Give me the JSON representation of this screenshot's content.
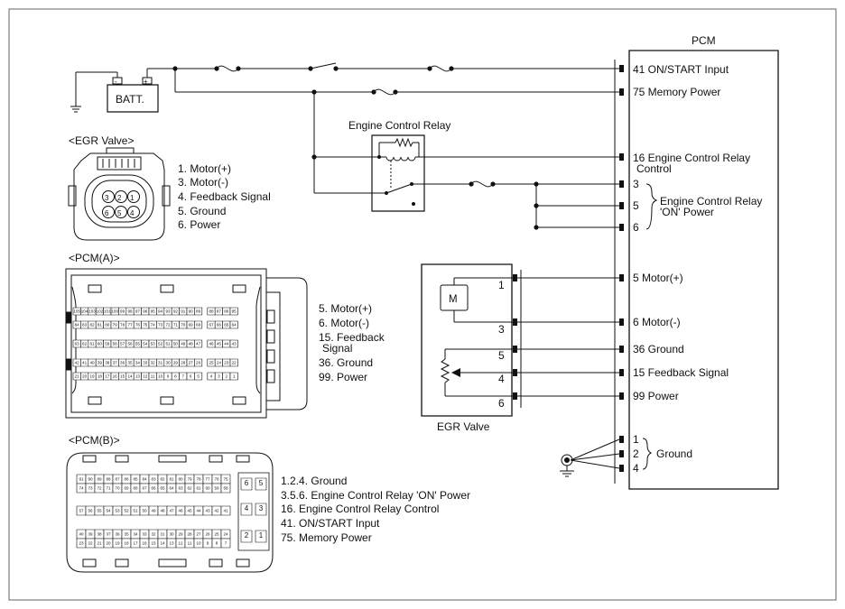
{
  "pcm": {
    "title": "PCM",
    "pins": [
      {
        "label": "41 ON/START Input"
      },
      {
        "label": "75 Memory Power"
      },
      {
        "label": "16 Engine Control Relay"
      },
      {
        "label": "Control"
      },
      {
        "label": "3"
      },
      {
        "label": "5"
      },
      {
        "label": "6"
      },
      {
        "label": "5 Motor(+)"
      },
      {
        "label": "6 Motor(-)"
      },
      {
        "label": "36 Ground"
      },
      {
        "label": "15 Feedback Signal"
      },
      {
        "label": "99 Power"
      },
      {
        "label": "1"
      },
      {
        "label": "2"
      },
      {
        "label": "4"
      }
    ],
    "relay_power_label_1": "Engine Control Relay",
    "relay_power_label_2": "'ON' Power",
    "ground_label": "Ground"
  },
  "battery": {
    "label": "BATT.",
    "neg": "-",
    "pos": "+"
  },
  "relay": {
    "title": "Engine Control Relay"
  },
  "egr_box": {
    "title": "EGR Valve",
    "motor_symbol": "M",
    "pins": [
      "1",
      "3",
      "5",
      "4",
      "6"
    ]
  },
  "egr_connector": {
    "title": "<EGR Valve>",
    "pins_top": [
      "3",
      "2",
      "1"
    ],
    "pins_bottom": [
      "6",
      "5",
      "4"
    ],
    "legend": [
      "1. Motor(+)",
      "3. Motor(-)",
      "4. Feedback Signal",
      "5. Ground",
      "6. Power"
    ]
  },
  "pcm_a": {
    "title": "<PCM(A)>",
    "rows": [
      [
        "105",
        "104",
        "103",
        "102",
        "101",
        "100",
        "99",
        "98",
        "97",
        "96",
        "95",
        "94",
        "93",
        "92",
        "91",
        "90",
        "89",
        "88",
        "87",
        "86",
        "85"
      ],
      [
        "84",
        "83",
        "82",
        "81",
        "80",
        "79",
        "78",
        "77",
        "76",
        "75",
        "74",
        "73",
        "72",
        "71",
        "70",
        "69",
        "68",
        "67",
        "66",
        "65",
        "64"
      ],
      [
        "63",
        "62",
        "61",
        "60",
        "59",
        "58",
        "57",
        "56",
        "55",
        "54",
        "53",
        "52",
        "51",
        "50",
        "49",
        "48",
        "47",
        "46",
        "45",
        "44",
        "43"
      ],
      [
        "42",
        "41",
        "40",
        "39",
        "38",
        "37",
        "36",
        "35",
        "34",
        "33",
        "32",
        "31",
        "30",
        "29",
        "28",
        "27",
        "26",
        "25",
        "24",
        "23",
        "22"
      ],
      [
        "21",
        "20",
        "19",
        "18",
        "17",
        "16",
        "15",
        "14",
        "13",
        "12",
        "11",
        "10",
        "9",
        "8",
        "7",
        "6",
        "5",
        "4",
        "3",
        "2",
        "1"
      ]
    ],
    "legend": [
      "5. Motor(+)",
      "6. Motor(-)",
      "15. Feedback",
      "Signal",
      "36. Ground",
      "99. Power"
    ]
  },
  "pcm_b": {
    "title": "<PCM(B)>",
    "rows": [
      [
        "91",
        "90",
        "89",
        "88",
        "87",
        "86",
        "85",
        "84",
        "83",
        "82",
        "81",
        "80",
        "79",
        "78",
        "77",
        "76",
        "75"
      ],
      [
        "74",
        "73",
        "72",
        "71",
        "70",
        "69",
        "68",
        "67",
        "66",
        "65",
        "64",
        "63",
        "62",
        "61",
        "60",
        "59",
        "58"
      ],
      [
        "57",
        "56",
        "55",
        "54",
        "53",
        "52",
        "51",
        "50",
        "49",
        "48",
        "47",
        "46",
        "45",
        "44",
        "43",
        "42",
        "41"
      ],
      [
        "40",
        "39",
        "38",
        "37",
        "36",
        "35",
        "34",
        "33",
        "32",
        "31",
        "30",
        "29",
        "28",
        "27",
        "26",
        "25",
        "24"
      ],
      [
        "23",
        "22",
        "21",
        "20",
        "19",
        "18",
        "17",
        "16",
        "15",
        "14",
        "13",
        "12",
        "11",
        "10",
        "9",
        "8",
        "7"
      ]
    ],
    "side_pins": [
      [
        "6",
        "5"
      ],
      [
        "4",
        "3"
      ],
      [
        "2",
        "1"
      ]
    ],
    "legend": [
      "1.2.4. Ground",
      "3.5.6. Engine Control Relay 'ON' Power",
      "16. Engine Control Relay Control",
      "41. ON/START Input",
      "75. Memory Power"
    ]
  }
}
